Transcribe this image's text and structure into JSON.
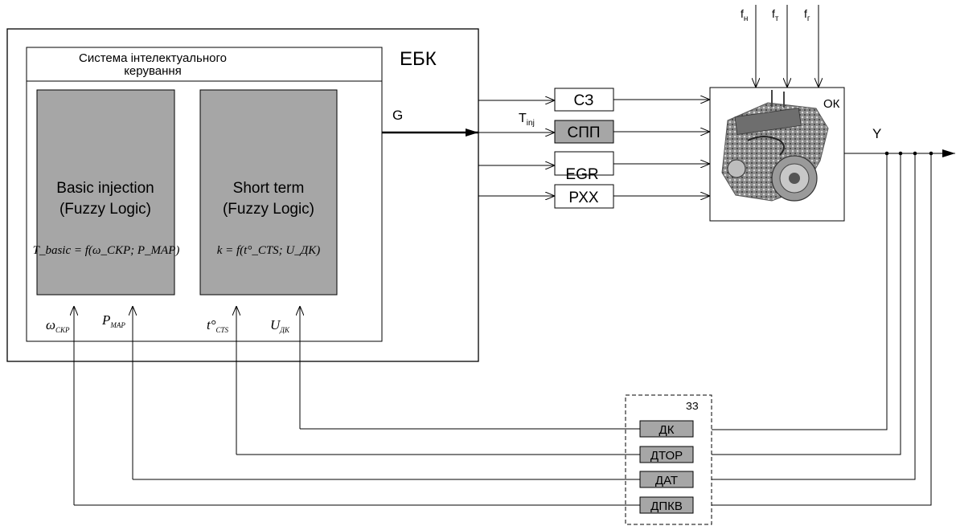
{
  "ecu": {
    "label": "ЕБК",
    "system_title_line1": "Система інтелектуального",
    "system_title_line2": "керування"
  },
  "blocks": {
    "basic": {
      "title1": "Basic injection",
      "title2": "(Fuzzy Logic)",
      "formula": "T_basic = f(ω_СКР; P_MAP)"
    },
    "short": {
      "title1": "Short term",
      "title2": "(Fuzzy Logic)",
      "formula": "k = f(t°_CTS; U_ДК)"
    }
  },
  "inputs": {
    "omega": "ω",
    "omega_sub": "СКР",
    "p": "P",
    "p_sub": "MAP",
    "t": "t°",
    "t_sub": "CTS",
    "u": "U",
    "u_sub": "ДК"
  },
  "signals": {
    "g": "G",
    "tinj": "T",
    "tinj_sub": "inj",
    "y": "Y"
  },
  "actuators": [
    "СЗ",
    "СПП",
    "EGR",
    "РХХ"
  ],
  "plant": {
    "label": "ОК"
  },
  "disturbances": [
    {
      "base": "f",
      "sub": "н"
    },
    {
      "base": "f",
      "sub": "т"
    },
    {
      "base": "f",
      "sub": "г"
    }
  ],
  "sensors": {
    "group_label": "ЗЗ",
    "items": [
      "ДК",
      "ДТОР",
      "ДАТ",
      "ДПКВ"
    ]
  },
  "colors": {
    "block_fill": "#a6a6a6",
    "line": "#000000",
    "background": "#ffffff"
  }
}
